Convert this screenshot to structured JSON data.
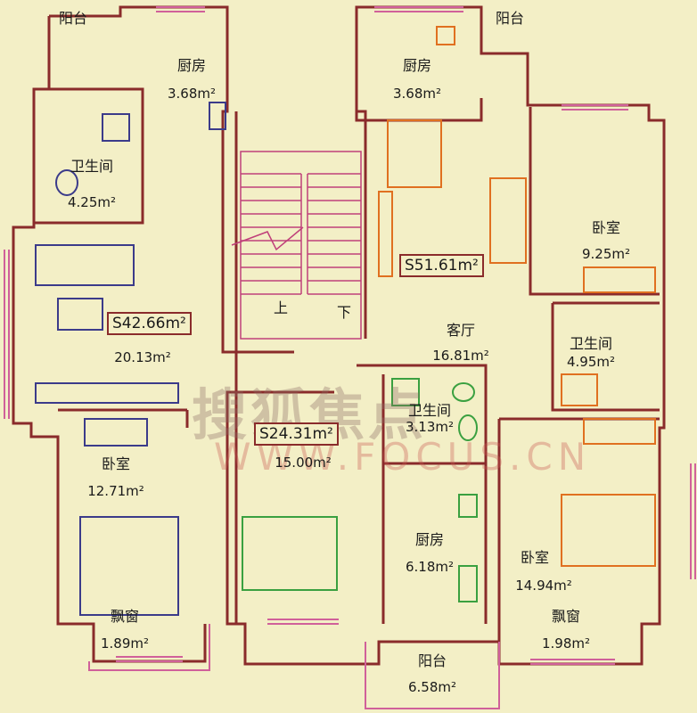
{
  "rooms": {
    "balcony_top_left": {
      "name": "阳台"
    },
    "kitchen_left": {
      "name": "厨房",
      "area": "3.68m²"
    },
    "bath_left": {
      "name": "卫生间",
      "area": "4.25m²"
    },
    "unit_left": {
      "total": "S42.66m²",
      "living_area": "20.13m²"
    },
    "bedroom_left": {
      "name": "卧室",
      "area": "12.71m²"
    },
    "bay_left": {
      "name": "飘窗",
      "area": "1.89m²"
    },
    "kitchen_right": {
      "name": "厨房",
      "area": "3.68m²"
    },
    "balcony_top_right": {
      "name": "阳台"
    },
    "bedroom_top_right": {
      "name": "卧室",
      "area": "9.25m²"
    },
    "unit_right": {
      "total": "S51.61m²"
    },
    "living_right": {
      "name": "客厅",
      "area": "16.81m²"
    },
    "bath_right": {
      "name": "卫生间",
      "area": "4.95m²"
    },
    "stairs": {
      "up": "上",
      "down": "下"
    },
    "unit_middle": {
      "total": "S24.31m²",
      "room_area": "15.00m²"
    },
    "bath_middle": {
      "name": "卫生间",
      "area": "3.13m²"
    },
    "kitchen_middle": {
      "name": "厨房",
      "area": "6.18m²"
    },
    "bedroom_bottom_right": {
      "name": "卧室",
      "area": "14.94m²"
    },
    "bay_right": {
      "name": "飘窗",
      "area": "1.98m²"
    },
    "balcony_bottom": {
      "name": "阳台",
      "area": "6.58m²"
    }
  },
  "watermark": {
    "brand": "搜狐焦点",
    "url": "WWW.FOCUS.CN"
  },
  "colors": {
    "wall": "#8a2b2b",
    "window": "#d0609a",
    "furniture_left": "#3b3b8a",
    "furniture_right": "#e07020",
    "furniture_middle": "#3aa040",
    "background": "#f3efc6"
  }
}
